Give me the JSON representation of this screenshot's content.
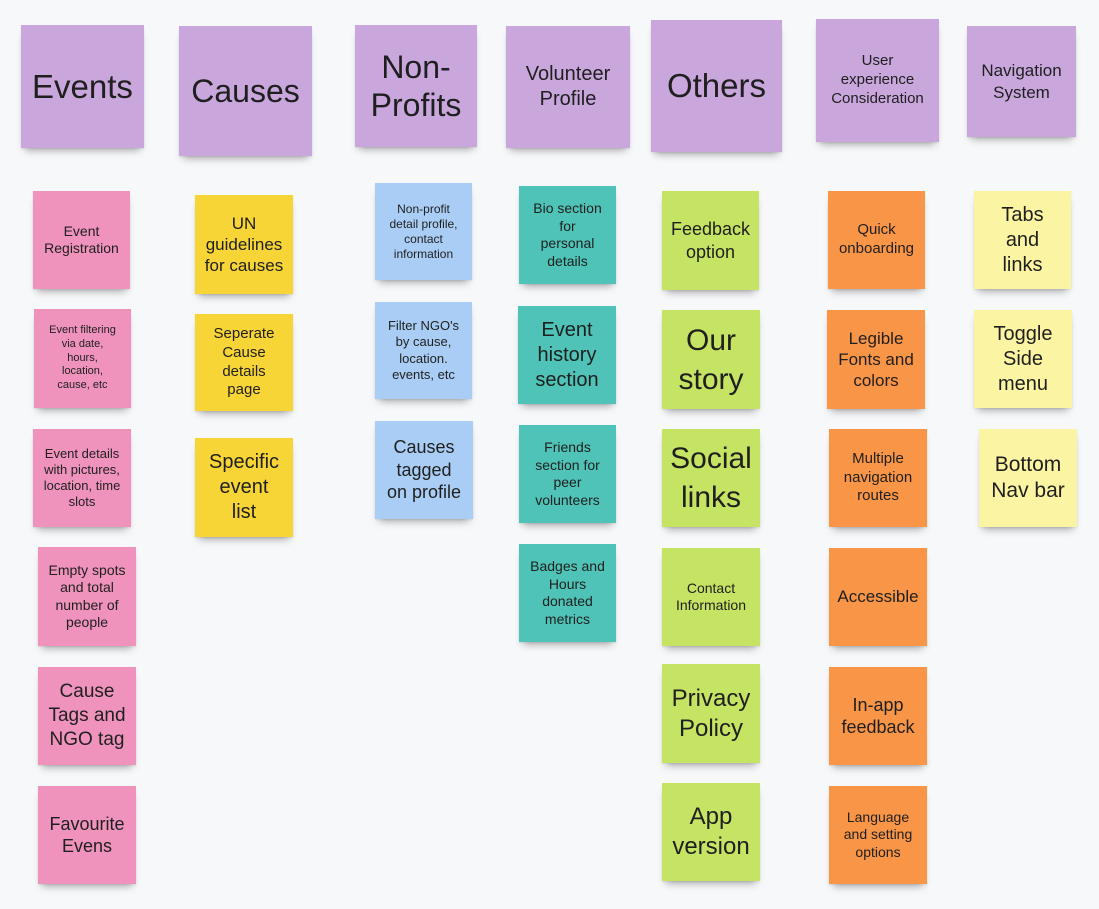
{
  "colors": {
    "header": "#c9a6dc",
    "pink": "#ef93bd",
    "yellow": "#f7d537",
    "blue": "#a9cdf4",
    "teal": "#4fc3b7",
    "green": "#c5e463",
    "orange": "#f89547",
    "lightyellow": "#fbf5a3"
  },
  "headers": [
    {
      "text": "Events"
    },
    {
      "text": "Causes"
    },
    {
      "text": "Non-\nProfits"
    },
    {
      "text": "Volunteer\nProfile"
    },
    {
      "text": "Others"
    },
    {
      "text": "User\nexperience\nConsideration"
    },
    {
      "text": "Navigation\nSystem"
    }
  ],
  "columns": [
    {
      "color": "pink",
      "notes": [
        "Event\nRegistration",
        "Event filtering\nvia date,\nhours,\nlocation,\ncause, etc",
        "Event details\nwith pictures,\nlocation, time\nslots",
        "Empty spots\nand total\nnumber of\npeople",
        "Cause\nTags and\nNGO tag",
        "Favourite\nEvens"
      ]
    },
    {
      "color": "yellow",
      "notes": [
        "UN\nguidelines\nfor causes",
        "Seperate\nCause\ndetails\npage",
        "Specific\nevent\nlist"
      ]
    },
    {
      "color": "blue",
      "notes": [
        "Non-profit\ndetail profile,\ncontact\ninformation",
        "Filter NGO's\nby cause,\nlocation.\nevents, etc",
        "Causes\ntagged\non profile"
      ]
    },
    {
      "color": "teal",
      "notes": [
        "Bio section\nfor\npersonal\ndetails",
        "Event\nhistory\nsection",
        "Friends\nsection for\npeer\nvolunteers",
        "Badges and\nHours\ndonated\nmetrics"
      ]
    },
    {
      "color": "green",
      "notes": [
        "Feedback\noption",
        "Our\nstory",
        "Social\nlinks",
        "Contact\nInformation",
        "Privacy\nPolicy",
        "App\nversion"
      ]
    },
    {
      "color": "orange",
      "notes": [
        "Quick\nonboarding",
        "Legible\nFonts and\ncolors",
        "Multiple\nnavigation\nroutes",
        "Accessible",
        "In-app\nfeedback",
        "Language\nand setting\noptions"
      ]
    },
    {
      "color": "lightyellow",
      "notes": [
        "Tabs\nand\nlinks",
        "Toggle\nSide\nmenu",
        "Bottom\nNav bar"
      ]
    }
  ]
}
